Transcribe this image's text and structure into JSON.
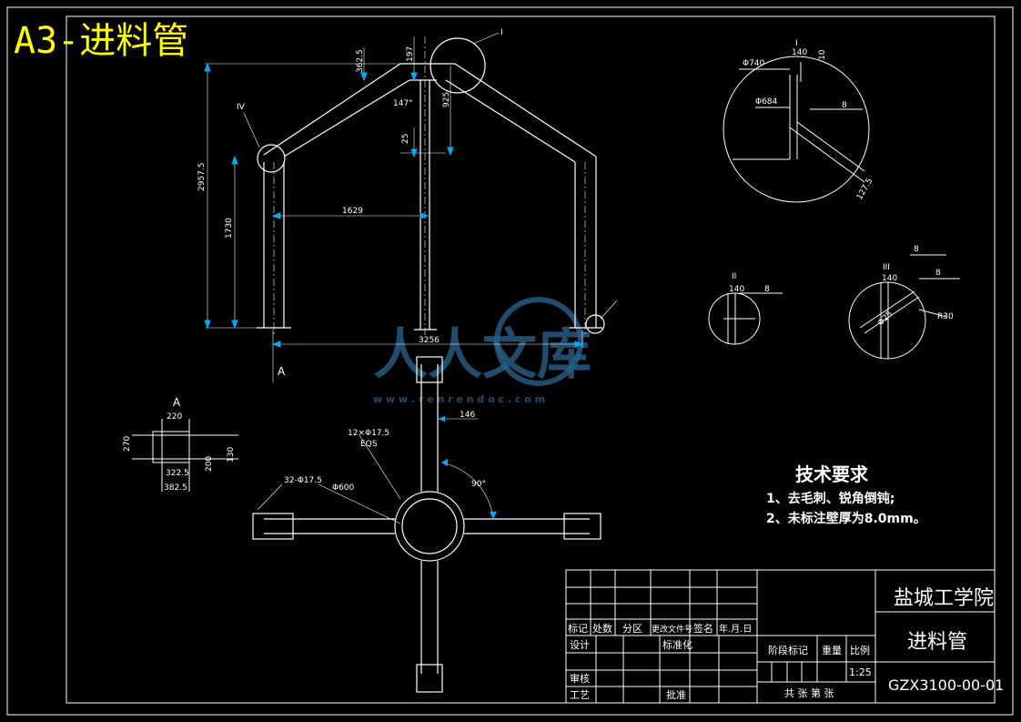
{
  "sheet": {
    "title": "A3-进料管"
  },
  "labels": {
    "detail_i": "I",
    "detail_ii": "II",
    "detail_iii": "III",
    "detail_iv": "IV",
    "view_a_top": "A",
    "view_a_side": "A"
  },
  "dims": {
    "d_3625": "362.5",
    "d_197": "197",
    "d_147": "147°",
    "d_925": "925",
    "d_25": "25",
    "d_29575": "2957.5",
    "d_1730": "1730",
    "d_1629": "1629",
    "d_3256": "3256",
    "d_146": "146",
    "d_12phi": "12×Φ17.5",
    "d_eqs": "EQS",
    "d_32phi": "32-Φ17.5",
    "d_phi600": "Φ600",
    "d_90": "90°",
    "d_220": "220",
    "d_270": "270",
    "d_3225": "322.5",
    "d_3825": "382.5",
    "d_200": "200",
    "d_130": "130",
    "d_phi740": "Φ740",
    "d_phi684": "Φ684",
    "d_140a": "140",
    "d_10": "10",
    "d_8a": "8",
    "d_1275": "127.5",
    "d_140b": "140",
    "d_8b": "8",
    "d_140c": "140",
    "d_8c": "8",
    "d_8d": "8",
    "d_phi25": "Φ25",
    "d_r30": "R30"
  },
  "tech": {
    "heading": "技术要求",
    "line1": "1、去毛刺、锐角倒钝;",
    "line2": "2、未标注壁厚为8.0mm。"
  },
  "titleblock": {
    "school": "盐城工学院",
    "part_name": "进料管",
    "drawing_no": "GZX3100-00-01",
    "h_mark": "标记",
    "h_count": "处数",
    "h_zone": "分区",
    "h_doc": "更改文件号",
    "h_sign": "签名",
    "h_date": "年.月.日",
    "design": "设计",
    "standard": "标准化",
    "review": "审核",
    "process": "工艺",
    "approve": "批准",
    "stage": "阶段标记",
    "weight": "重量",
    "scale": "比例",
    "scale_val": "1:25",
    "sheets": "共 张 第 张"
  },
  "watermark": {
    "text": "人人文库",
    "url": "w w w . r e n r e n d o c . c o m"
  },
  "colors": {
    "line": "#ffffff",
    "dim": "#00aaff",
    "title": "#ffff00",
    "watermark": "#2a5f86"
  }
}
